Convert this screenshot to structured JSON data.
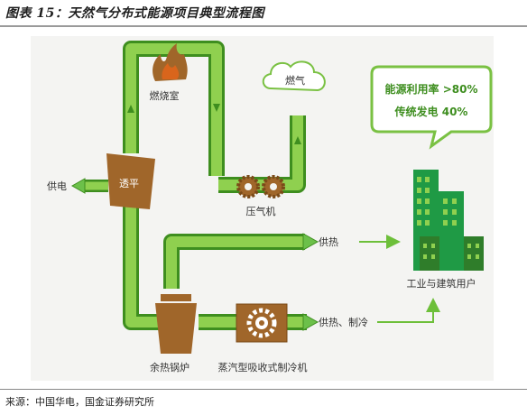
{
  "header": {
    "title": "图表 15：天然气分布式能源项目典型流程图"
  },
  "diagram": {
    "combustion_chamber": "燃烧室",
    "natural_gas": "燃气",
    "turbine": "透平",
    "compressor": "压气机",
    "power_supply": "供电",
    "heat_supply": "供热",
    "heat_and_cooling": "供热、制冷",
    "waste_heat_boiler": "余热锅炉",
    "absorption_chiller": "蒸汽型吸收式制冷机",
    "industrial_users": "工业与建筑用户",
    "stats_line1": "能源利用率 >80%",
    "stats_line2": "传统发电 40%"
  },
  "colors": {
    "pipe_green": "#7ac143",
    "pipe_dark": "#3e8e1f",
    "arrow_green": "#6dbf3a",
    "equipment_brown": "#a0662a",
    "flame_orange": "#d9651c",
    "building_green": "#1f9a45",
    "building_light": "#6cc04a"
  },
  "footer": {
    "source": "来源：中国华电，国金证券研究所"
  }
}
